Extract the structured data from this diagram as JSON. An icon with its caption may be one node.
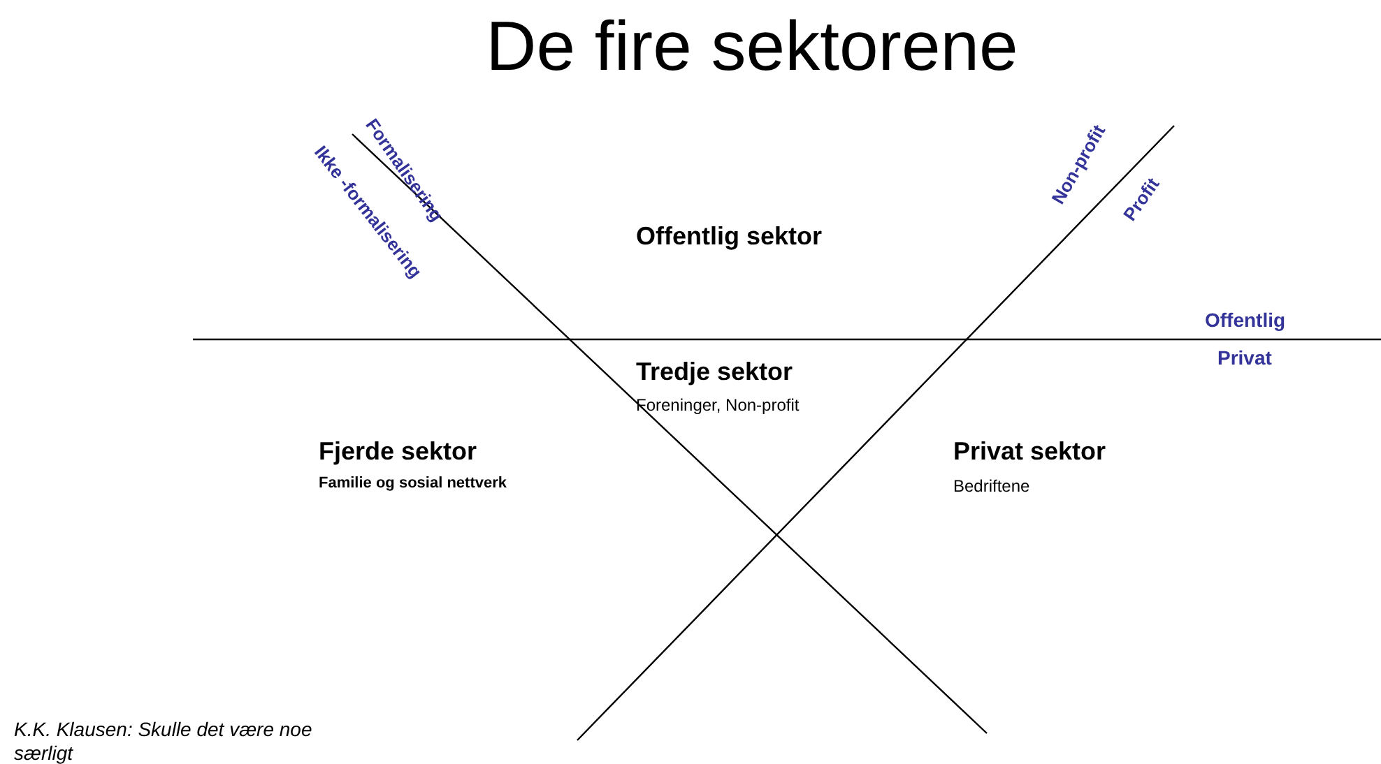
{
  "diagram": {
    "title": "De fire sektorene",
    "labels": [
      "Formalisering",
      "Ikke -formalisering",
      "Non-profit",
      "Profit",
      "Offentlig sektor",
      "Offentlig",
      "Privat",
      "Tredje sektor",
      "Foreninger, Non-profit",
      "Fjerde sektor",
      "Familie og sosial nettverk",
      "Privat sektor",
      "Bedriftene"
    ],
    "caption": "K.K. Klausen: Skulle det være noe særligt"
  }
}
